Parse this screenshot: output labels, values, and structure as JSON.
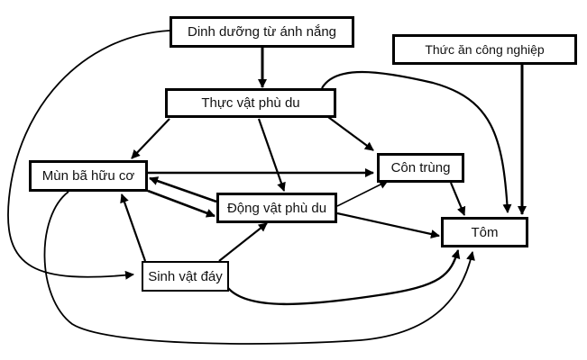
{
  "diagram": {
    "type": "food-web",
    "nodes": [
      {
        "id": "sun",
        "label": "Dinh dưỡng từ ánh nắng"
      },
      {
        "id": "phyto",
        "label": "Thực vật phù du"
      },
      {
        "id": "feed",
        "label": "Thức ăn công nghiệp"
      },
      {
        "id": "detritus",
        "label": "Mùn bã hữu cơ"
      },
      {
        "id": "insect",
        "label": "Côn trùng"
      },
      {
        "id": "zoo",
        "label": "Động vật phù du"
      },
      {
        "id": "shrimp",
        "label": "Tôm"
      },
      {
        "id": "benthos",
        "label": "Sinh vật đáy"
      }
    ],
    "edges": [
      {
        "from": "sun",
        "to": "phyto"
      },
      {
        "from": "sun",
        "to": "benthos"
      },
      {
        "from": "phyto",
        "to": "detritus"
      },
      {
        "from": "phyto",
        "to": "zoo"
      },
      {
        "from": "phyto",
        "to": "insect"
      },
      {
        "from": "phyto",
        "to": "shrimp"
      },
      {
        "from": "feed",
        "to": "shrimp"
      },
      {
        "from": "detritus",
        "to": "insect"
      },
      {
        "from": "detritus",
        "to": "zoo"
      },
      {
        "from": "zoo",
        "to": "detritus"
      },
      {
        "from": "detritus",
        "to": "shrimp"
      },
      {
        "from": "zoo",
        "to": "insect"
      },
      {
        "from": "zoo",
        "to": "shrimp"
      },
      {
        "from": "insect",
        "to": "shrimp"
      },
      {
        "from": "benthos",
        "to": "detritus"
      },
      {
        "from": "benthos",
        "to": "zoo"
      },
      {
        "from": "benthos",
        "to": "shrimp"
      }
    ]
  }
}
